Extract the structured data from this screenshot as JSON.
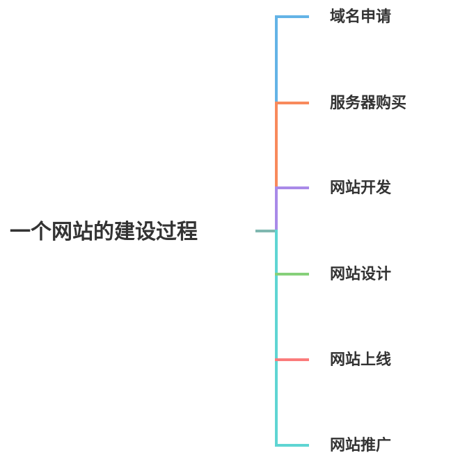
{
  "root": {
    "label": "一个网站的建设过程",
    "color": "#7fb8b0"
  },
  "children": [
    {
      "label": "域名申请",
      "color": "#63b3e6"
    },
    {
      "label": "服务器购买",
      "color": "#f88a5c"
    },
    {
      "label": "网站开发",
      "color": "#a98ae8"
    },
    {
      "label": "网站设计",
      "color": "#86d07a"
    },
    {
      "label": "网站上线",
      "color": "#fb7b7b"
    },
    {
      "label": "网站推广",
      "color": "#5fd5d3"
    }
  ]
}
